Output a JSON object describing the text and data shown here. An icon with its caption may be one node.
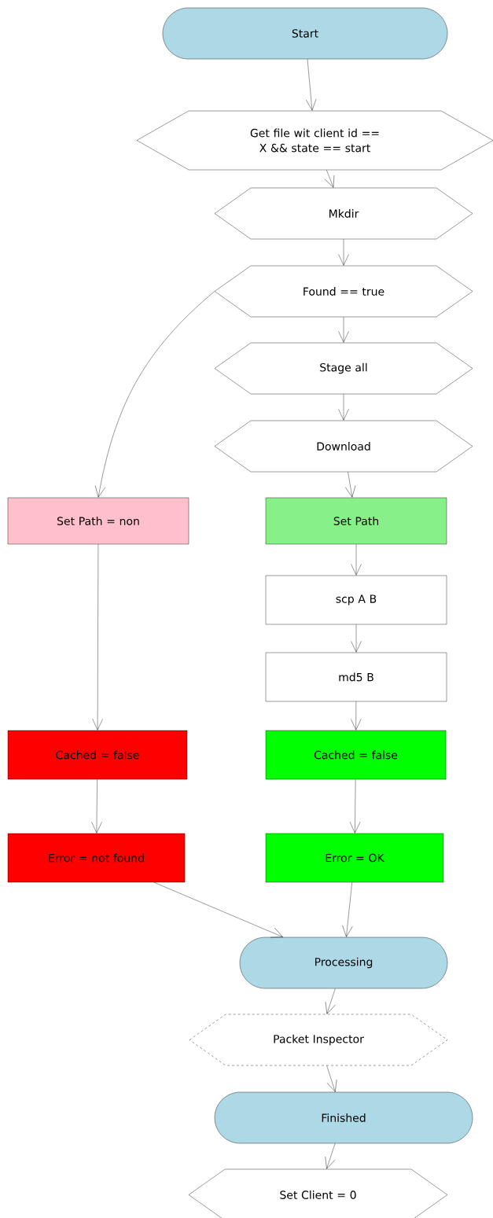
{
  "diagram": {
    "nodes": [
      {
        "text": [
          "Start"
        ]
      },
      {
        "text": [
          "Get file wit client id == X && state == start"
        ]
      },
      {
        "text": [
          "Mkdir"
        ]
      },
      {
        "text": [
          "Found == true"
        ]
      },
      {
        "text": [
          "Stage all"
        ]
      },
      {
        "text": [
          "Download"
        ]
      },
      {
        "text": [
          "Set Path = non"
        ]
      },
      {
        "text": [
          "Set Path"
        ]
      },
      {
        "text": [
          "scp A B"
        ]
      },
      {
        "text": [
          "md5 B"
        ]
      },
      {
        "text": [
          "Cached = false"
        ]
      },
      {
        "text": [
          "Cached = false"
        ]
      },
      {
        "text": [
          "Error = not found"
        ]
      },
      {
        "text": [
          "Error = OK"
        ]
      },
      {
        "text": [
          "Processing"
        ]
      },
      {
        "text": [
          "Packet Inspector"
        ]
      },
      {
        "text": [
          "Finished"
        ]
      },
      {
        "text": [
          "Set Client = 0"
        ]
      }
    ],
    "edges": [
      {
        "from": 0,
        "to": 1,
        "arrow": "to"
      },
      {
        "from": 1,
        "to": 2,
        "arrow": "to"
      },
      {
        "from": 2,
        "to": 3,
        "arrow": "to"
      },
      {
        "from": 3,
        "to": 4,
        "arrow": "to"
      },
      {
        "from": 3,
        "to": 6,
        "arrow": "to"
      },
      {
        "from": 4,
        "to": 5,
        "arrow": "to"
      },
      {
        "from": 5,
        "to": 7,
        "arrow": "to"
      },
      {
        "from": 7,
        "to": 8,
        "arrow": "to"
      },
      {
        "from": 8,
        "to": 9,
        "arrow": "to"
      },
      {
        "from": 9,
        "to": 11,
        "arrow": "to"
      },
      {
        "from": 6,
        "to": 10,
        "arrow": "to"
      },
      {
        "from": 10,
        "to": 12,
        "arrow": "to"
      },
      {
        "from": 11,
        "to": 13,
        "arrow": "to"
      },
      {
        "from": 12,
        "to": 14,
        "arrow": "to"
      },
      {
        "from": 13,
        "to": 14,
        "arrow": "to"
      },
      {
        "from": 14,
        "to": 15,
        "arrow": "to"
      },
      {
        "from": 15,
        "to": 16,
        "arrow": "to"
      },
      {
        "from": 16,
        "to": 17,
        "arrow": "to"
      }
    ]
  }
}
